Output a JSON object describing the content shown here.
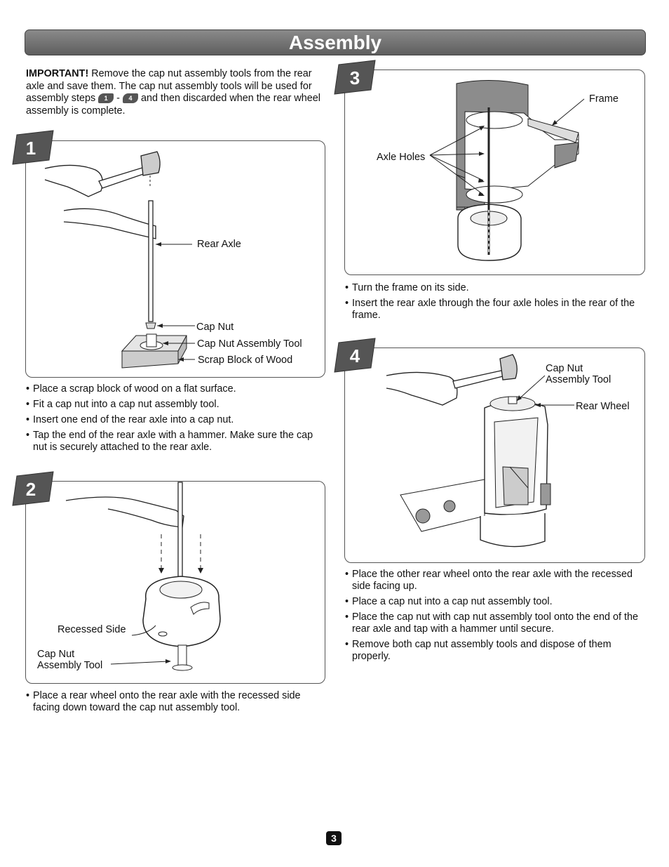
{
  "title": "Assembly",
  "intro": {
    "important_label": "IMPORTANT!",
    "text_1": " Remove the cap nut assembly tools from the rear axle and save them. The cap nut assembly tools will be used for assembly steps ",
    "step_from": "1",
    "dash": " - ",
    "step_to": "4",
    "text_2": " and then discarded when the rear wheel assembly is complete."
  },
  "steps": [
    {
      "number": "1",
      "labels": {
        "rear_axle": "Rear Axle",
        "cap_nut": "Cap Nut",
        "cap_nut_tool": "Cap Nut Assembly Tool",
        "scrap_block": "Scrap Block of Wood"
      },
      "bullets": [
        "Place a scrap block of wood on a flat surface.",
        "Fit a cap nut into a cap nut assembly tool.",
        "Insert one end of the rear axle into a cap nut.",
        "Tap the end of the rear axle with a hammer. Make sure the cap nut is securely attached to the rear axle."
      ]
    },
    {
      "number": "2",
      "labels": {
        "recessed_side": "Recessed Side",
        "cap_nut_tool_line1": "Cap Nut",
        "cap_nut_tool_line2": "Assembly Tool"
      },
      "bullets": [
        "Place a rear wheel onto the rear axle with the recessed side facing down toward the cap nut assembly tool."
      ]
    },
    {
      "number": "3",
      "labels": {
        "frame": "Frame",
        "axle_holes": "Axle Holes"
      },
      "bullets": [
        "Turn the frame on its side.",
        "Insert the rear axle through the four axle holes in the rear of the frame."
      ]
    },
    {
      "number": "4",
      "labels": {
        "cap_nut_tool_line1": "Cap Nut",
        "cap_nut_tool_line2": "Assembly Tool",
        "rear_wheel": "Rear Wheel"
      },
      "bullets": [
        "Place the other rear wheel onto the rear axle with the recessed side facing up.",
        "Place a cap nut into a cap nut assembly tool.",
        "Place the cap nut with cap nut assembly tool onto the end of the rear axle and tap with a hammer until secure.",
        "Remove both cap nut assembly tools and dispose of them properly."
      ]
    }
  ],
  "page_number": "3",
  "colors": {
    "banner": "#6b6b6b",
    "badge": "#555555",
    "frame_fill": "#8c8c8c"
  }
}
